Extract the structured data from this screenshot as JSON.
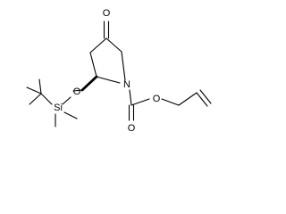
{
  "molecule": {
    "atoms": {
      "ketone_oxygen": "O",
      "ring_nitrogen": "N",
      "ether_oxygen": "O",
      "silicon": "Si",
      "carbonyl_oxygen": "O",
      "ester_oxygen": "O"
    },
    "colors": {
      "bond": "#000000",
      "label": "#000000",
      "background": "#ffffff"
    }
  }
}
